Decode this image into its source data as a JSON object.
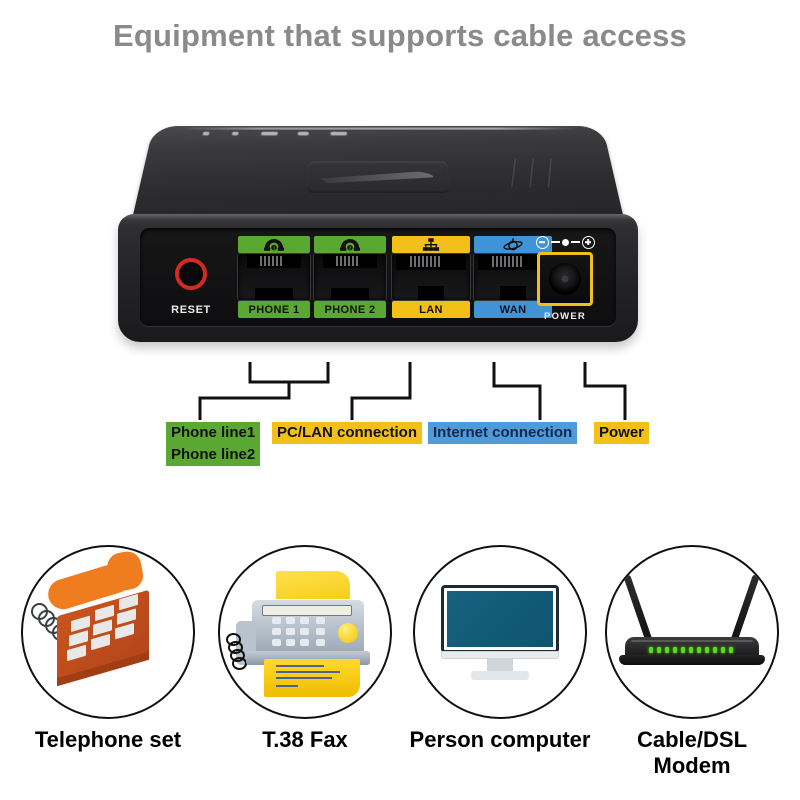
{
  "title": "Equipment that supports cable access",
  "device": {
    "name": "voip-ata-router",
    "reset_label": "RESET",
    "power_label": "POWER",
    "led_count": 5,
    "ports": [
      {
        "id": "phone1",
        "label": "PHONE 1",
        "icon": "phone-handset-1-icon",
        "color": "#5aa832"
      },
      {
        "id": "phone2",
        "label": "PHONE 2",
        "icon": "phone-handset-2-icon",
        "color": "#5aa832"
      },
      {
        "id": "lan",
        "label": "LAN",
        "icon": "network-tree-icon",
        "color": "#f2c019"
      },
      {
        "id": "wan",
        "label": "WAN",
        "icon": "globe-orbit-icon",
        "color": "#3f93d6"
      }
    ],
    "power_polarity_icon": "dc-polarity-center-positive-icon"
  },
  "callouts": [
    {
      "id": "phone-line-1",
      "text": "Phone line1",
      "style": "green"
    },
    {
      "id": "phone-line-2",
      "text": "Phone line2",
      "style": "green"
    },
    {
      "id": "pc-lan",
      "text": "PC/LAN connection",
      "style": "yellow"
    },
    {
      "id": "internet",
      "text": "Internet connection",
      "style": "blue"
    },
    {
      "id": "power",
      "text": "Power",
      "style": "yellow"
    }
  ],
  "devices": [
    {
      "id": "telephone-set",
      "caption": "Telephone set",
      "icon": "desk-telephone-icon"
    },
    {
      "id": "t38-fax",
      "caption": "T.38 Fax",
      "icon": "fax-machine-icon"
    },
    {
      "id": "person-computer",
      "caption": "Person computer",
      "icon": "desktop-monitor-icon"
    },
    {
      "id": "cable-dsl-modem",
      "caption": "Cable/DSL\nModem",
      "icon": "wireless-router-icon"
    }
  ],
  "colors": {
    "title": "#8a8a8a",
    "green": "#5aa832",
    "yellow": "#f2c019",
    "blue": "#4f9ad8",
    "navy": "#14284b",
    "reset_red": "#d12b22",
    "background": "#ffffff"
  }
}
